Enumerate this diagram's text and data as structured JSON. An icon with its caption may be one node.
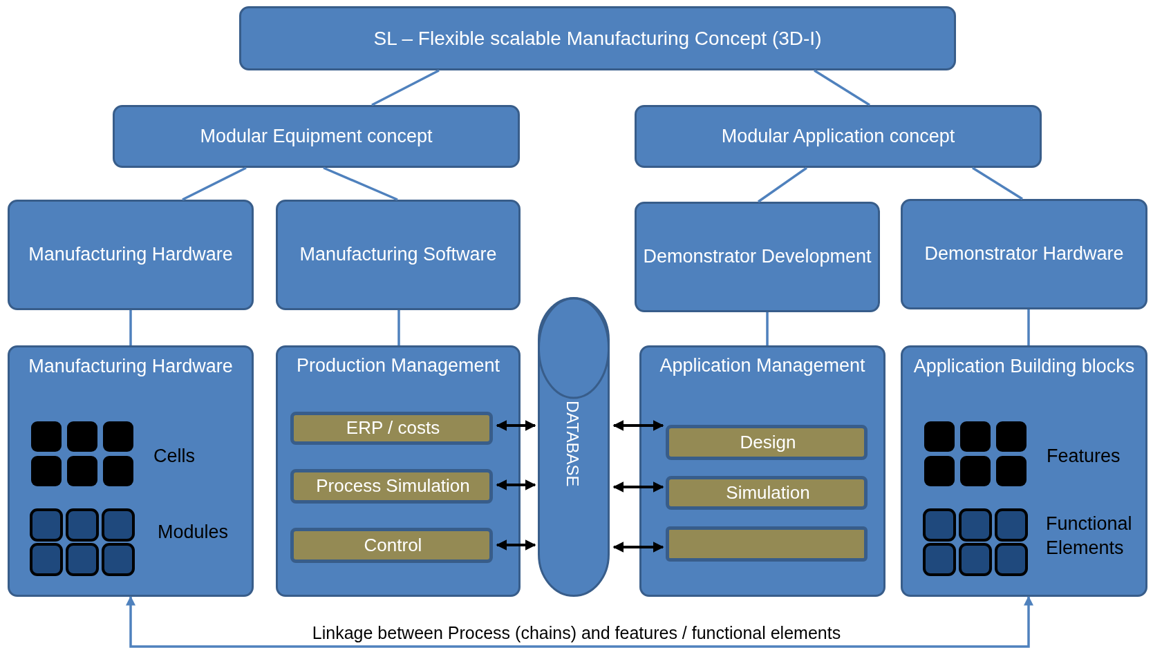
{
  "diagram": {
    "nodes": [
      {
        "text": [
          "SL – Flexible scalable Manufacturing Concept (3D-I)"
        ]
      },
      {
        "text": [
          "Modular Equipment concept"
        ]
      },
      {
        "text": [
          "Modular Application concept"
        ]
      },
      {
        "text": [
          "Manufacturing Hardware"
        ]
      },
      {
        "text": [
          "Manufacturing Software"
        ]
      },
      {
        "text": [
          "Demonstrator Development"
        ]
      },
      {
        "text": [
          "Demonstrator Hardware"
        ]
      },
      {
        "text": [
          "Manufacturing Hardware",
          "Cells",
          "Modules"
        ]
      },
      {
        "text": [
          "Production Management"
        ]
      },
      {
        "text": [
          "ERP / costs"
        ],
        "in": 8
      },
      {
        "text": [
          "Process Simulation"
        ],
        "in": 8
      },
      {
        "text": [
          "Control"
        ],
        "in": 8
      },
      {
        "text": [
          "DATABASE"
        ]
      },
      {
        "text": [
          "Application Management"
        ]
      },
      {
        "text": [
          "Design"
        ],
        "in": 13
      },
      {
        "text": [
          "Simulation"
        ],
        "in": 13
      },
      {
        "text": [],
        "shape": "box",
        "in": 13
      },
      {
        "text": [
          "Application Building blocks",
          "Features",
          "Functional Elements"
        ]
      }
    ],
    "edges": [
      {
        "from": 0,
        "to": 1,
        "arrow": "none"
      },
      {
        "from": 0,
        "to": 2,
        "arrow": "none"
      },
      {
        "from": 1,
        "to": 3,
        "arrow": "none"
      },
      {
        "from": 1,
        "to": 4,
        "arrow": "none"
      },
      {
        "from": 2,
        "to": 5,
        "arrow": "none"
      },
      {
        "from": 2,
        "to": 6,
        "arrow": "none"
      },
      {
        "from": 3,
        "to": 7,
        "arrow": "none"
      },
      {
        "from": 4,
        "to": 8,
        "arrow": "none"
      },
      {
        "from": 5,
        "to": 13,
        "arrow": "none"
      },
      {
        "from": 6,
        "to": 17,
        "arrow": "none"
      },
      {
        "from": 9,
        "to": 12,
        "arrow": "both",
        "color": "#000000"
      },
      {
        "from": 10,
        "to": 12,
        "arrow": "both",
        "color": "#000000"
      },
      {
        "from": 11,
        "to": 12,
        "arrow": "both",
        "color": "#000000"
      },
      {
        "from": 12,
        "to": 14,
        "arrow": "both",
        "color": "#000000"
      },
      {
        "from": 12,
        "to": 15,
        "arrow": "both",
        "color": "#000000"
      },
      {
        "from": 12,
        "to": 16,
        "arrow": "both",
        "color": "#000000"
      },
      {
        "from": 7,
        "to": 17,
        "arrow": "both",
        "label": "Linkage between Process (chains) and features / functional elements"
      }
    ]
  }
}
